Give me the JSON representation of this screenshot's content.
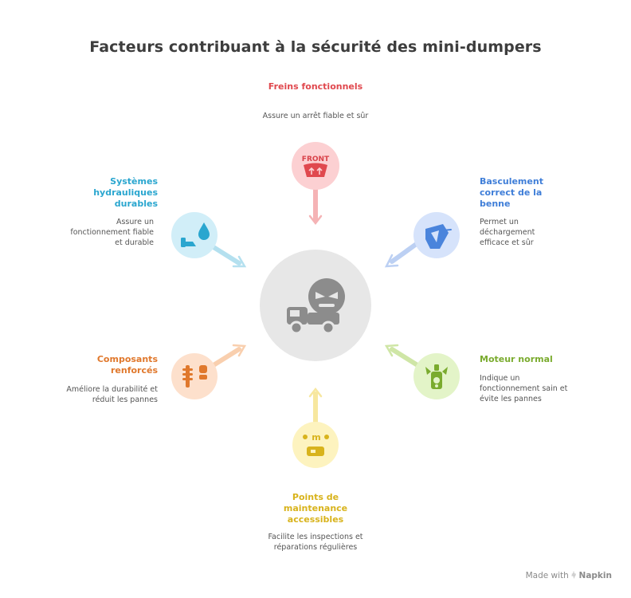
{
  "title": "Facteurs contribuant à la sécurité des mini-dumpers",
  "center_icon": "mini-dumper-truck-icon",
  "factors": [
    {
      "id": "freins",
      "label": "Freins fonctionnels",
      "description": "Assure un arrêt fiable et sûr",
      "color": "#e0484e",
      "icon": "front-brakes-icon"
    },
    {
      "id": "basculement",
      "label": "Basculement correct de la benne",
      "description": "Permet un déchargement efficace et sûr",
      "color": "#3f7ed8",
      "icon": "tipping-bed-icon"
    },
    {
      "id": "moteur",
      "label": "Moteur normal",
      "description": "Indique un fonctionnement sain et évite les pannes",
      "color": "#7aab2e",
      "icon": "engine-icon"
    },
    {
      "id": "maintenance",
      "label": "Points de maintenance accessibles",
      "description": "Facilite les inspections et réparations régulières",
      "color": "#d8b31c",
      "icon": "maintenance-icon"
    },
    {
      "id": "composants",
      "label": "Composants renforcés",
      "description": "Améliore la durabilité et réduit les pannes",
      "color": "#e0782c",
      "icon": "reinforced-parts-icon"
    },
    {
      "id": "hydraulique",
      "label": "Systèmes hydrauliques durables",
      "description": "Assure un fonctionnement fiable et durable",
      "color": "#2aa6cf",
      "icon": "hydraulic-drop-icon"
    }
  ],
  "icon_text": {
    "front": "FRONT"
  },
  "footer": {
    "made_with": "Made with",
    "brand": "Napkin"
  }
}
